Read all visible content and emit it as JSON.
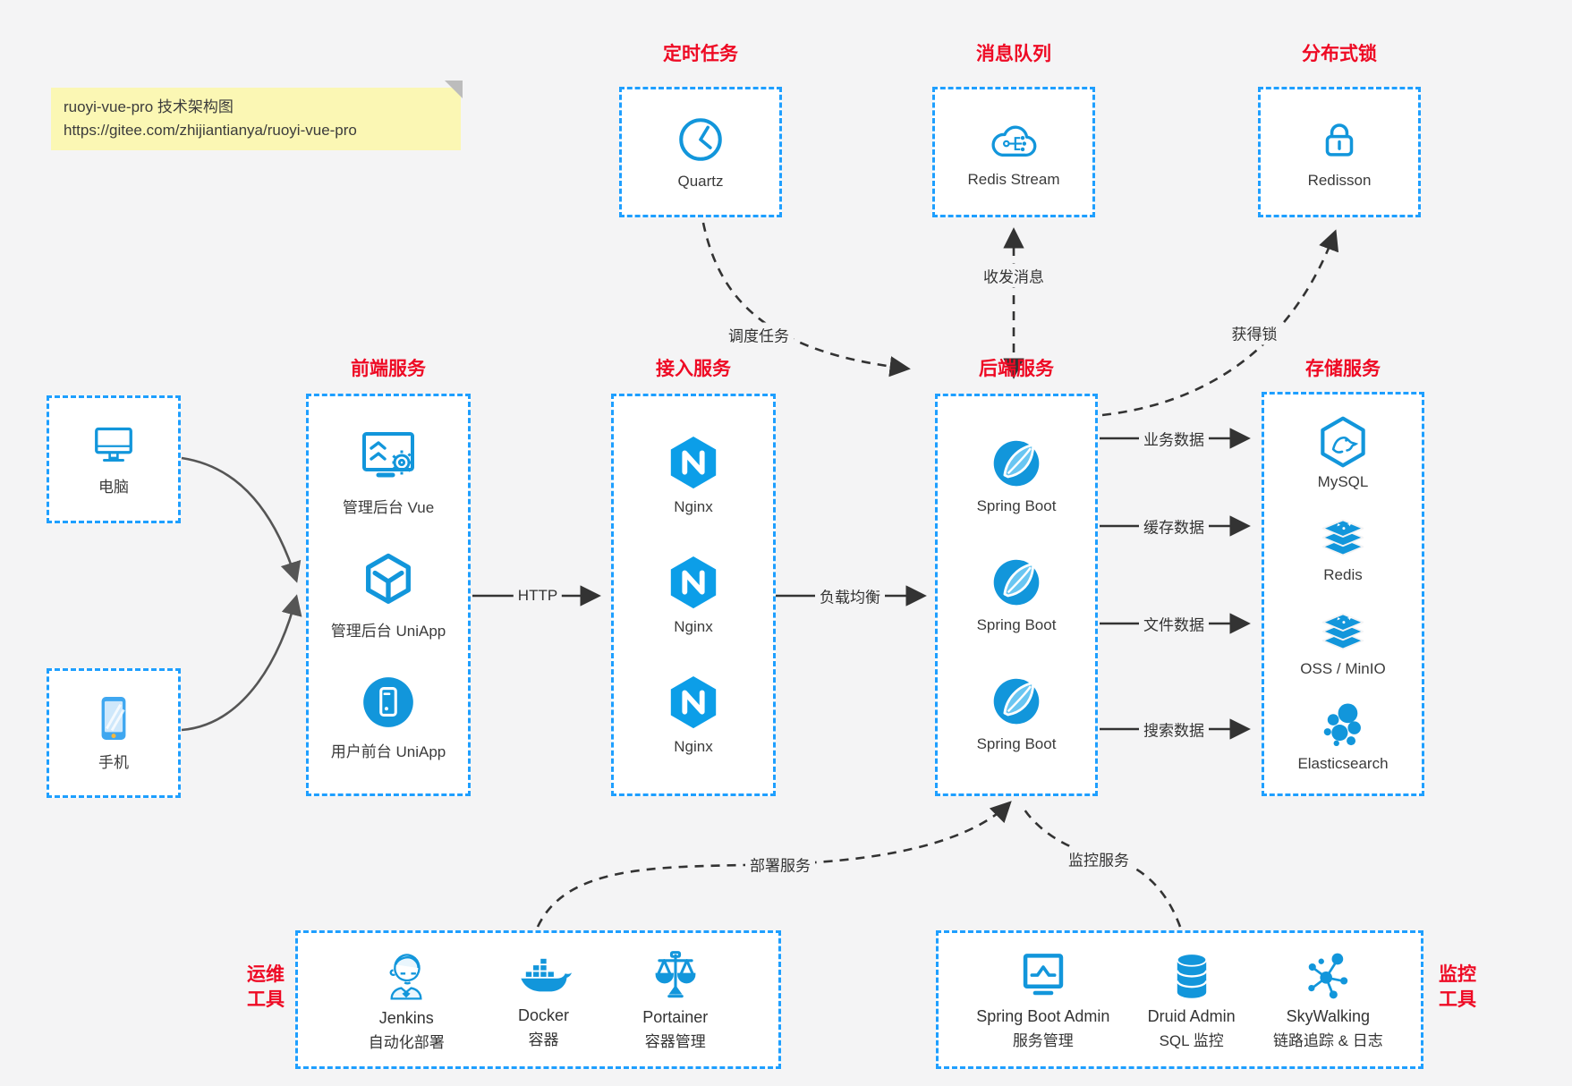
{
  "page": {
    "background": "#f4f4f5",
    "box_border_blue": "#1e9fff",
    "icon_blue": "#1296db",
    "title_red": "#ee0a24",
    "arrow_color": "#333333",
    "note_yellow": "#fbf7b4"
  },
  "note": {
    "line1": "ruoyi-vue-pro 技术架构图",
    "line2": "https://gitee.com/zhijiantianya/ruoyi-vue-pro"
  },
  "top_groups": [
    {
      "title": "定时任务",
      "item": {
        "label": "Quartz",
        "icon": "clock-icon"
      }
    },
    {
      "title": "消息队列",
      "item": {
        "label": "Redis Stream",
        "icon": "cloud-stream-icon"
      }
    },
    {
      "title": "分布式锁",
      "item": {
        "label": "Redisson",
        "icon": "lock-icon"
      }
    }
  ],
  "clients": [
    {
      "label": "电脑",
      "icon": "computer-icon"
    },
    {
      "label": "手机",
      "icon": "phone-icon"
    }
  ],
  "columns": {
    "frontend": {
      "title": "前端服务",
      "items": [
        {
          "label": "管理后台 Vue"
        },
        {
          "label": "管理后台 UniApp"
        },
        {
          "label": "用户前台 UniApp"
        }
      ]
    },
    "gateway": {
      "title": "接入服务",
      "items": [
        {
          "label": "Nginx"
        },
        {
          "label": "Nginx"
        },
        {
          "label": "Nginx"
        }
      ]
    },
    "backend": {
      "title": "后端服务",
      "items": [
        {
          "label": "Spring Boot"
        },
        {
          "label": "Spring Boot"
        },
        {
          "label": "Spring Boot"
        }
      ]
    },
    "storage": {
      "title": "存储服务",
      "items": [
        {
          "label": "MySQL"
        },
        {
          "label": "Redis"
        },
        {
          "label": "OSS / MinIO"
        },
        {
          "label": "Elasticsearch"
        }
      ]
    }
  },
  "bottom_groups": {
    "ops": {
      "side_label_line1": "运维",
      "side_label_line2": "工具",
      "items": [
        {
          "name": "Jenkins",
          "desc": "自动化部署"
        },
        {
          "name": "Docker",
          "desc": "容器"
        },
        {
          "name": "Portainer",
          "desc": "容器管理"
        }
      ]
    },
    "monitor": {
      "side_label_line1": "监控",
      "side_label_line2": "工具",
      "items": [
        {
          "name": "Spring Boot Admin",
          "desc": "服务管理"
        },
        {
          "name": "Druid Admin",
          "desc": "SQL 监控"
        },
        {
          "name": "SkyWalking",
          "desc": "链路追踪 & 日志"
        }
      ]
    }
  },
  "arrow_labels": {
    "http": "HTTP",
    "load_balance": "负载均衡",
    "business_data": "业务数据",
    "cache_data": "缓存数据",
    "file_data": "文件数据",
    "search_data": "搜索数据",
    "schedule_task": "调度任务",
    "send_receive_msg": "收发消息",
    "acquire_lock": "获得锁",
    "deploy_service": "部署服务",
    "monitor_service": "监控服务"
  }
}
